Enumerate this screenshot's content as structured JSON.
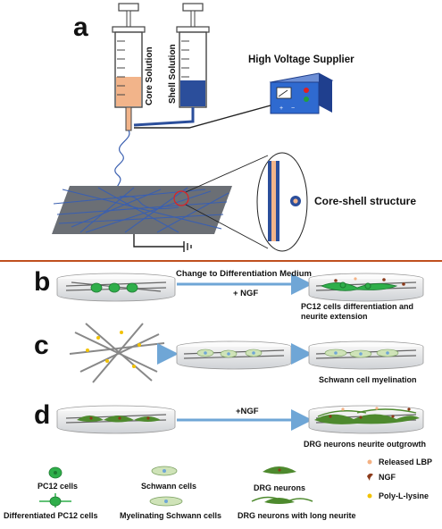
{
  "panels": {
    "a": "a",
    "b": "b",
    "c": "c",
    "d": "d"
  },
  "panel_a": {
    "core_solution": "Core Solution",
    "shell_solution": "Shell Solution",
    "high_voltage_supplier": "High Voltage Supplier",
    "core_shell_structure": "Core-shell structure"
  },
  "panel_b": {
    "arrow_top": "Change to Differentiation Medium",
    "arrow_bottom": "+ NGF",
    "result_line1": "PC12 cells differentiation and",
    "result_line2": "neurite extension"
  },
  "panel_c": {
    "result": "Schwann cell myelination"
  },
  "panel_d": {
    "arrow_top": "+NGF",
    "result": "DRG neurons neurite outgrowth"
  },
  "legend": {
    "pc12": "PC12 cells",
    "diff_pc12": "Differentiated PC12 cells",
    "schwann": "Schwann cells",
    "myelinating": "Myelinating Schwann cells",
    "drg": "DRG neurons",
    "drg_long": "DRG neurons with  long neurite",
    "released_lbp": "Released LBP",
    "ngf": "NGF",
    "poly_lysine": "Poly-L-lysine"
  },
  "colors": {
    "core": "#f2b48a",
    "shell": "#2b4e9b",
    "fiber": "#3a5fb0",
    "collector": "#6b6f75",
    "divider": "#c0501f",
    "arrow": "#6fa6d6",
    "pc12": "#2fae4a",
    "schwann": "#cfe3b8",
    "drg": "#4e8a2e",
    "lbp": "#f4b183",
    "ngf": "#8b3a1a",
    "polylysine": "#f2c200"
  }
}
